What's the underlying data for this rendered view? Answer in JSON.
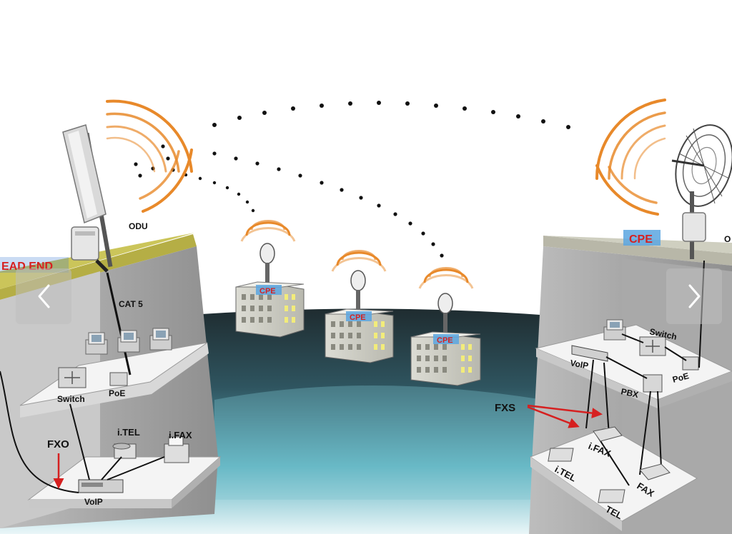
{
  "labels": {
    "head_end": "EAD END",
    "odu": "ODU",
    "cat5": "CAT 5",
    "switch_left": "Switch",
    "poe_left": "PoE",
    "fxo": "FXO",
    "itel_left": "i.TEL",
    "ifax_left": "i.FAX",
    "voip_left": "VoIP",
    "cpe_1": "CPE",
    "cpe_2": "CPE",
    "cpe_3": "CPE",
    "cpe_right": "CPE",
    "odu_right_partial": "O",
    "switch_right": "Switch",
    "voip_right": "VoIP",
    "pbx": "PBX",
    "poe_right": "PoE",
    "fxs": "FXS",
    "ifax_right": "i.FAX",
    "itel_right": "i.TEL",
    "fax": "FAX",
    "tel": "TEL"
  },
  "nav": {
    "prev_icon": "chevron-left-icon",
    "next_icon": "chevron-right-icon"
  },
  "colors": {
    "label_red": "#d62020",
    "label_bg_blue": "#5aa6e0",
    "head_end_bg": "#2c6fd0",
    "wave_orange": "#e8892a",
    "roof_olive": "#b5ae45",
    "ground_dark": "#2a3a40",
    "ground_teal": "#63b7c4"
  }
}
